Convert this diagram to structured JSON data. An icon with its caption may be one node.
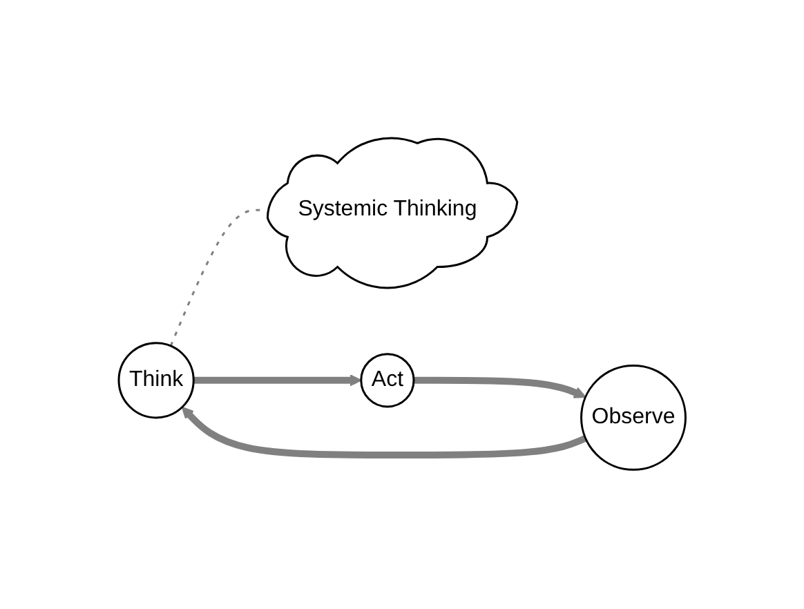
{
  "diagram": {
    "nodes": [
      {
        "text": [
          "Think"
        ]
      },
      {
        "text": [
          "Systemic Thinking"
        ]
      },
      {
        "text": [
          "Observe"
        ]
      },
      {
        "text": [
          "Act"
        ]
      }
    ],
    "edges": [
      {
        "from": 0,
        "to": 3,
        "arrow": "to"
      },
      {
        "from": 3,
        "to": 2,
        "arrow": "to"
      },
      {
        "from": 2,
        "to": 0,
        "arrow": "to"
      },
      {
        "from": 0,
        "to": 1,
        "arrow": "none",
        "style": "dashed"
      }
    ]
  }
}
